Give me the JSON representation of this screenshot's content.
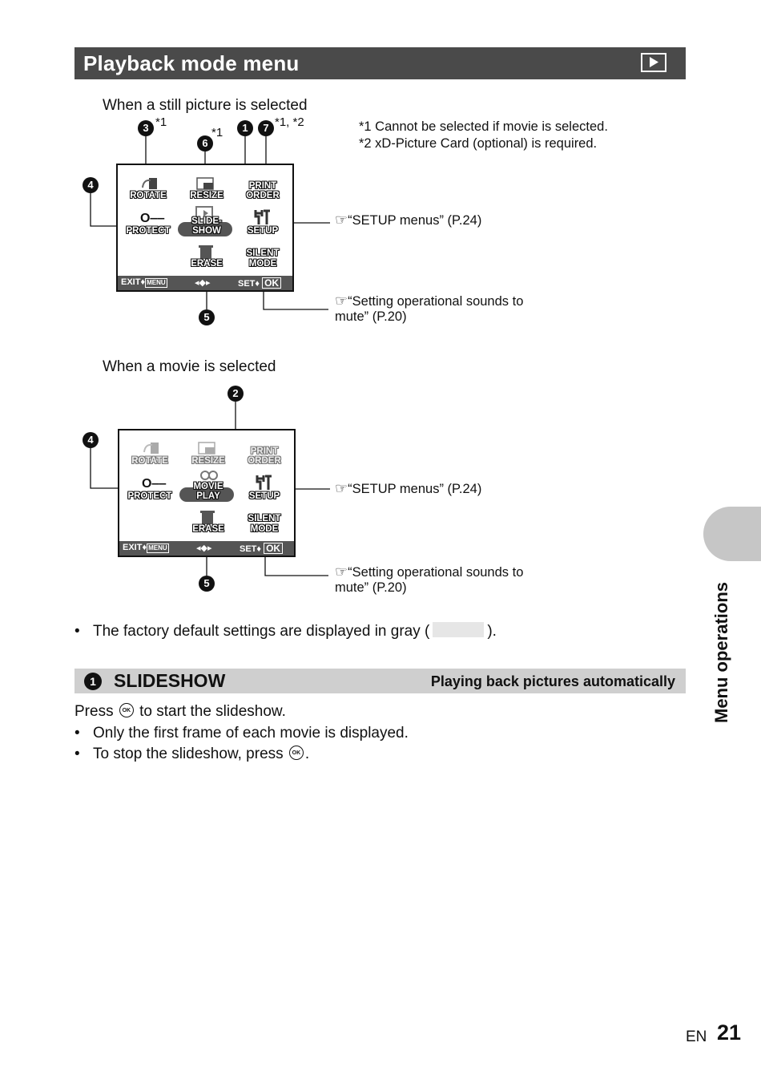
{
  "header": {
    "title": "Playback mode menu",
    "icon": "playback-icon"
  },
  "still": {
    "caption": "When a still picture is selected",
    "num_rotate": "3",
    "sup_rotate": "*1",
    "num_resize": "6",
    "sup_resize": "*1",
    "num_slideshow": "1",
    "num_print": "7",
    "sup_print": "*1, *2",
    "num_protect": "4",
    "num_erase": "5",
    "menu": {
      "rotate": "ROTATE",
      "resize": "RESIZE",
      "print1": "PRINT",
      "print2": "ORDER",
      "protect": "PROTECT",
      "slide1": "SLIDE-",
      "slide2": "SHOW",
      "setup": "SETUP",
      "erase": "ERASE",
      "silent1": "SILENT",
      "silent2": "MODE",
      "exit": "EXIT",
      "menu_btn": "MENU",
      "set": "SET",
      "ok": "OK"
    },
    "ref_setup": "“SETUP menus” (P.24)",
    "ref_silent1": "“Setting operational sounds to",
    "ref_silent2": "mute” (P.20)"
  },
  "notes": {
    "n1": "*1 Cannot be selected if movie is selected.",
    "n2": "*2 xD-Picture Card (optional) is required."
  },
  "movie": {
    "caption": "When a movie is selected",
    "num_movie": "2",
    "num_protect": "4",
    "num_erase": "5",
    "menu": {
      "rotate": "ROTATE",
      "resize": "RESIZE",
      "print1": "PRINT",
      "print2": "ORDER",
      "protect": "PROTECT",
      "movie1": "MOVIE",
      "movie2": "PLAY",
      "setup": "SETUP",
      "erase": "ERASE",
      "silent1": "SILENT",
      "silent2": "MODE",
      "exit": "EXIT",
      "menu_btn": "MENU",
      "set": "SET",
      "ok": "OK"
    },
    "ref_setup": "“SETUP menus” (P.24)",
    "ref_silent1": "“Setting operational sounds to",
    "ref_silent2": "mute” (P.20)"
  },
  "default_note": {
    "before": "The factory default settings are displayed in gray (",
    "after": ")."
  },
  "section": {
    "number": "1",
    "title": "SLIDESHOW",
    "subtitle": "Playing back pictures automatically",
    "press_before": "Press",
    "press_after": "to start the slideshow.",
    "bullet1": "Only the first frame of each movie is displayed.",
    "bullet2_before": "To stop the slideshow, press",
    "bullet2_after": ".",
    "ok_glyph": "OK"
  },
  "side_tab": {
    "text": "Menu operations"
  },
  "footer": {
    "lang": "EN",
    "page": "21"
  },
  "bullet": "•",
  "ref_icon": "reference-hand-icon"
}
